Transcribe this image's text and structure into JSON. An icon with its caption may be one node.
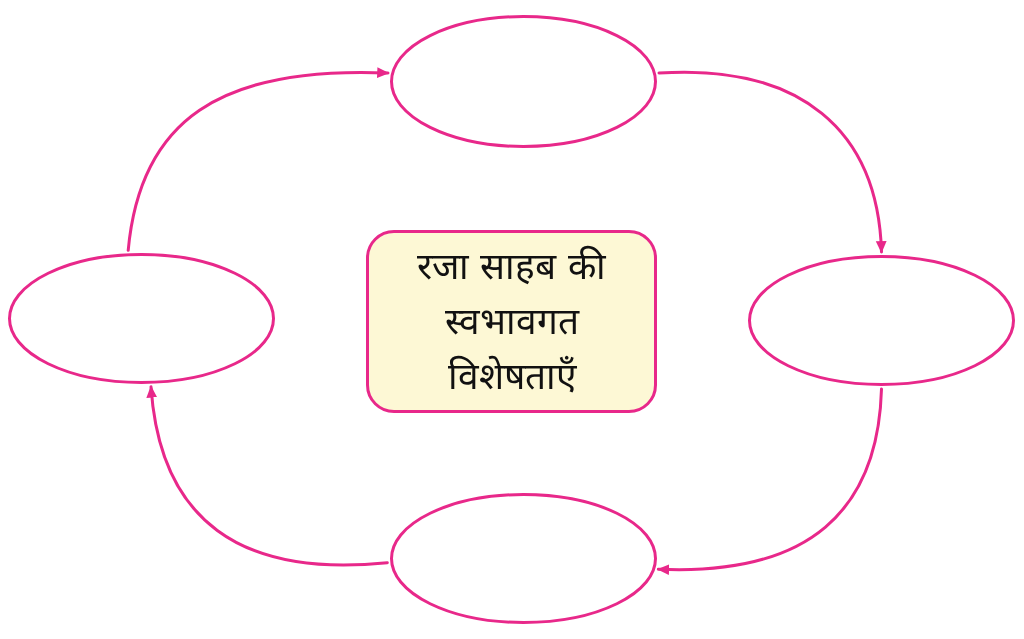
{
  "diagram": {
    "nodes": [
      {
        "text": [],
        "shape": "ellipse"
      },
      {
        "text": [],
        "shape": "ellipse"
      },
      {
        "text": [
          "रजा साहब की स्वभावगत विशेषताएँ"
        ]
      },
      {
        "text": [],
        "shape": "ellipse"
      },
      {
        "text": [],
        "shape": "ellipse"
      }
    ],
    "edges": [
      {
        "from": 1,
        "to": 0,
        "arrow": "to"
      },
      {
        "from": 0,
        "to": 3,
        "arrow": "to"
      },
      {
        "from": 3,
        "to": 4,
        "arrow": "to"
      },
      {
        "from": 4,
        "to": 1,
        "arrow": "to"
      }
    ]
  }
}
